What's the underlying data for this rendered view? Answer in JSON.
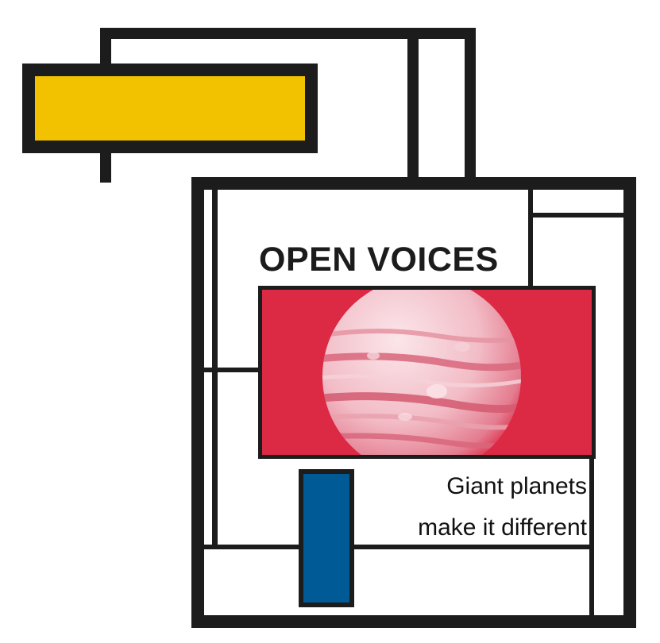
{
  "poster": {
    "title": "OPEN VOICES",
    "subtitle_line1": "Giant planets",
    "subtitle_line2": "make it different"
  },
  "colors": {
    "line": "#1c1c1c",
    "yellow": "#f2c200",
    "blue": "#005a96",
    "red": "#dc2a45",
    "background": "#ffffff"
  },
  "image": {
    "subject": "planet-jupiter-illustration"
  }
}
